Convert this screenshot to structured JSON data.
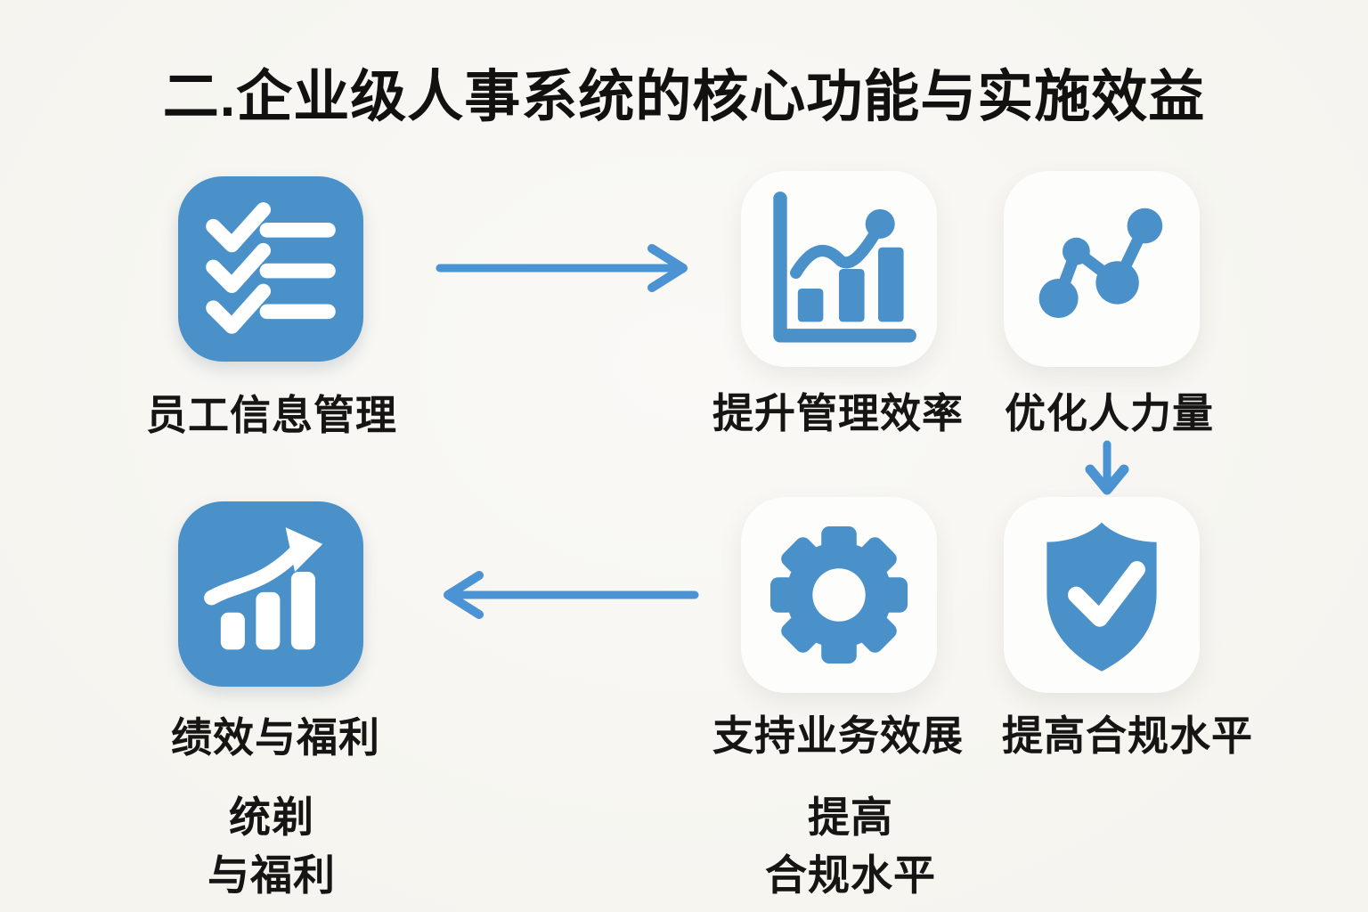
{
  "canvas": {
    "background": "#f7f6f2",
    "accent_blue": "#4a90c9",
    "tile_white": "#fdfdfc",
    "text_color": "#171513"
  },
  "title": "二.企业级人事系统的核心功能与实施效益",
  "nodes": {
    "employee_info": {
      "label": "员工信息管理",
      "icon": "checklist-icon",
      "tile": "blue"
    },
    "efficiency": {
      "label": "提升管理效率",
      "icon": "bar-chart-trend-icon",
      "tile": "white"
    },
    "optimize": {
      "label": "优化人力量",
      "icon": "molecule-icon",
      "tile": "white"
    },
    "performance": {
      "label": "绩效与福利",
      "icon": "growth-chart-icon",
      "tile": "blue"
    },
    "business": {
      "label": "支持业务效展",
      "icon": "gear-icon",
      "tile": "white"
    },
    "compliance": {
      "label": "提高合规水平",
      "icon": "shield-check-icon",
      "tile": "white"
    }
  },
  "connectors": {
    "top": {
      "direction": "right"
    },
    "side": {
      "direction": "down"
    },
    "bottom": {
      "direction": "left"
    }
  },
  "footnotes": {
    "left": {
      "line1": "统剃",
      "line2": "与福利"
    },
    "middle": {
      "line1": "提高",
      "line2": "合规水平"
    }
  }
}
